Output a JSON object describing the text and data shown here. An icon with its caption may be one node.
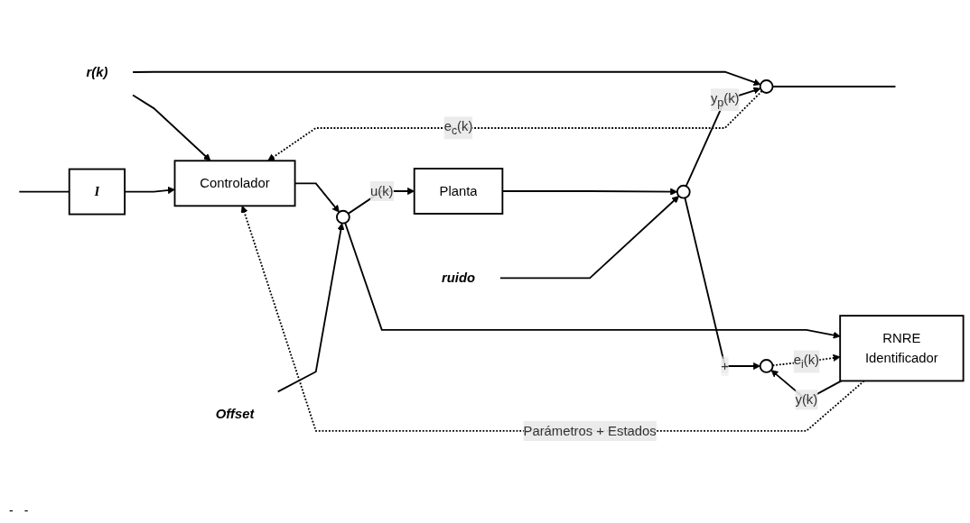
{
  "diagram": {
    "nodes": [
      {
        "text": [
          "r(k)"
        ]
      },
      {
        "text": [
          "Controlador"
        ]
      },
      {
        "text": [
          "Offset"
        ]
      },
      {
        "text": [],
        "shape": "circle"
      },
      {
        "text": [
          "Planta"
        ]
      },
      {
        "text": [
          "ruido"
        ]
      },
      {
        "text": [],
        "shape": "circle"
      },
      {
        "text": [],
        "shape": "circle"
      },
      {
        "text": [
          "RNRE",
          "Identificador"
        ]
      },
      {
        "text": [],
        "shape": "circle"
      },
      {
        "text": [
          "I"
        ]
      }
    ],
    "edges": [
      {
        "from": 0,
        "to": 1,
        "arrow": "to"
      },
      {
        "from": 0,
        "to": 7,
        "arrow": "to"
      },
      {
        "from": 1,
        "to": 3,
        "arrow": "to"
      },
      {
        "from": 2,
        "to": 3,
        "arrow": "to"
      },
      {
        "from": 3,
        "to": 4,
        "label": "u(k)",
        "arrow": "to"
      },
      {
        "from": 3,
        "to": 8,
        "arrow": "to"
      },
      {
        "from": 4,
        "to": 6,
        "arrow": "to"
      },
      {
        "from": 5,
        "to": 6,
        "arrow": "to"
      },
      {
        "from": 6,
        "to": 7,
        "label": "y$_{p}$(k)",
        "arrow": "to"
      },
      {
        "from": 6,
        "to": 9,
        "label": "+",
        "arrow": "to"
      },
      {
        "from": 8,
        "to": 9,
        "label": "y(k)",
        "arrow": "to"
      },
      {
        "from": 7,
        "to": 1,
        "label": "e$_{c}$(k)",
        "arrow": "to",
        "style": "dashed"
      },
      {
        "from": 9,
        "to": 8,
        "label": "e$_{i}$(k)",
        "arrow": "to",
        "style": "dashed"
      },
      {
        "from": 8,
        "to": 1,
        "label": "Parámetros + Estados",
        "arrow": "to",
        "style": "dashed"
      },
      {
        "from": 7,
        "to": null,
        "arrow": "none"
      },
      {
        "from": null,
        "to": 10,
        "arrow": "none"
      },
      {
        "from": 10,
        "to": 1,
        "arrow": "to"
      }
    ],
    "labels": [
      "-",
      "-"
    ]
  }
}
